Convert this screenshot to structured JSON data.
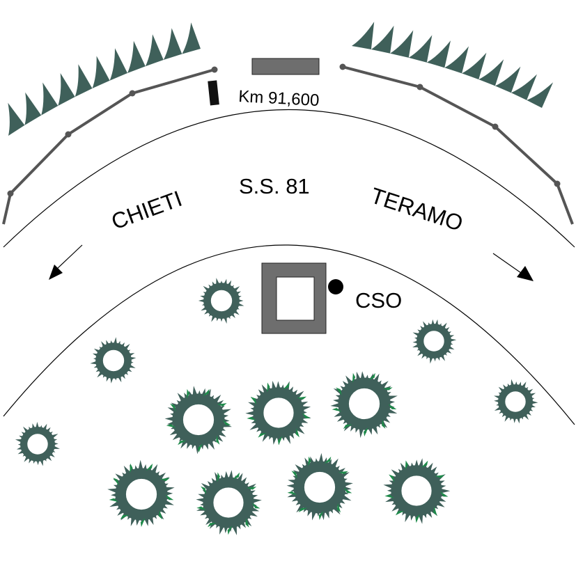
{
  "labels": {
    "km": "Km 91,600",
    "road": "S.S. 81",
    "left_dir": "CHIETI",
    "right_dir": "TERAMO",
    "station": "CSO"
  },
  "colors": {
    "vegetation_dark": "#3f605a",
    "vegetation_green": "#1e8a4a",
    "rail": "#555555",
    "building": "#6e6e6e",
    "road_line": "#000000"
  },
  "legend_icons": {
    "hedge": "spiky-hedge-icon",
    "tree": "tree-crown-icon",
    "station": "station-dot-icon",
    "arrow": "direction-arrow-icon"
  }
}
